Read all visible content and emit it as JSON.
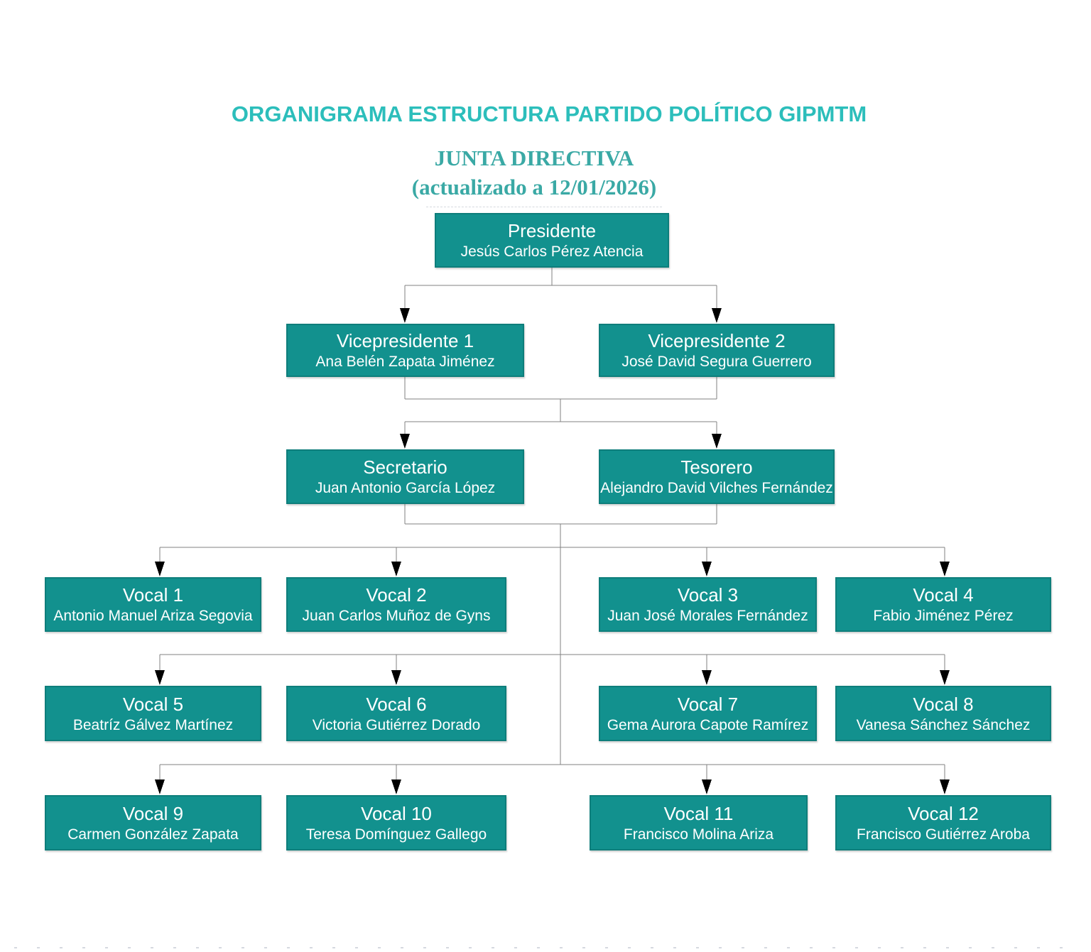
{
  "header": {
    "title": "ORGANIGRAMA ESTRUCTURA PARTIDO POLÍTICO GIPMTM",
    "subtitle": "JUNTA DIRECTIVA",
    "updated": "(actualizado a 12/01/2026)"
  },
  "colors": {
    "title": "#2cbebb",
    "subtitle": "#3aa9a5",
    "node_fill": "#12918e",
    "node_border": "#0e7e7b",
    "node_text": "#ffffff",
    "connector": "#808080",
    "arrow": "#000000"
  },
  "org": {
    "nodes": [
      {
        "id": "presidente",
        "level": 1,
        "title": "Presidente",
        "name": "Jesús Carlos Pérez Atencia"
      },
      {
        "id": "vicepresidente-1",
        "level": 2,
        "title": "Vicepresidente 1",
        "name": "Ana Belén Zapata Jiménez"
      },
      {
        "id": "vicepresidente-2",
        "level": 2,
        "title": "Vicepresidente 2",
        "name": "José David Segura Guerrero"
      },
      {
        "id": "secretario",
        "level": 3,
        "title": "Secretario",
        "name": "Juan Antonio García López"
      },
      {
        "id": "tesorero",
        "level": 3,
        "title": "Tesorero",
        "name": "Alejandro David Vilches Fernández"
      },
      {
        "id": "vocal-1",
        "level": 4,
        "title": "Vocal 1",
        "name": "Antonio Manuel Ariza Segovia"
      },
      {
        "id": "vocal-2",
        "level": 4,
        "title": "Vocal 2",
        "name": "Juan Carlos Muñoz de Gyns"
      },
      {
        "id": "vocal-3",
        "level": 4,
        "title": "Vocal 3",
        "name": "Juan José Morales Fernández"
      },
      {
        "id": "vocal-4",
        "level": 4,
        "title": "Vocal 4",
        "name": "Fabio Jiménez Pérez"
      },
      {
        "id": "vocal-5",
        "level": 5,
        "title": "Vocal 5",
        "name": "Beatríz Gálvez Martínez"
      },
      {
        "id": "vocal-6",
        "level": 5,
        "title": "Vocal 6",
        "name": "Victoria Gutiérrez Dorado"
      },
      {
        "id": "vocal-7",
        "level": 5,
        "title": "Vocal 7",
        "name": "Gema Aurora Capote Ramírez"
      },
      {
        "id": "vocal-8",
        "level": 5,
        "title": "Vocal 8",
        "name": "Vanesa Sánchez Sánchez"
      },
      {
        "id": "vocal-9",
        "level": 6,
        "title": "Vocal 9",
        "name": "Carmen González Zapata"
      },
      {
        "id": "vocal-10",
        "level": 6,
        "title": "Vocal 10",
        "name": "Teresa Domínguez Gallego"
      },
      {
        "id": "vocal-11",
        "level": 6,
        "title": "Vocal 11",
        "name": "Francisco Molina Ariza"
      },
      {
        "id": "vocal-12",
        "level": 6,
        "title": "Vocal 12",
        "name": "Francisco Gutiérrez Aroba"
      }
    ]
  }
}
